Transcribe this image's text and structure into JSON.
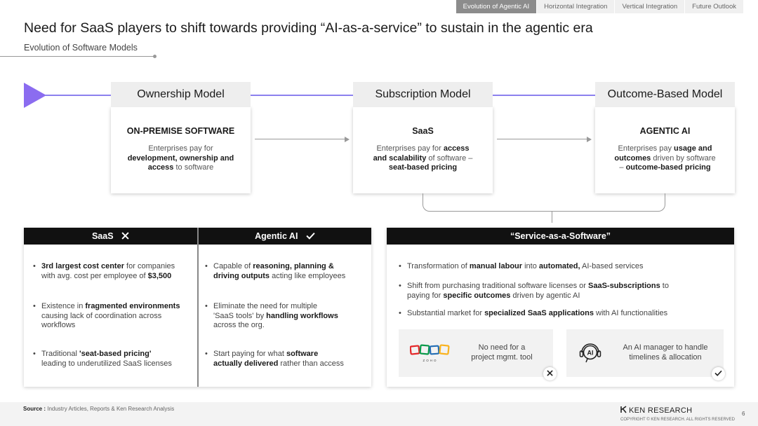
{
  "tabs": [
    "Evolution of Agentic AI",
    "Horizontal Integration",
    "Vertical Integration",
    "Future Outlook"
  ],
  "title": "Need for SaaS players to shift towards providing “AI-as-a-service” to sustain in the agentic era",
  "subtitle": "Evolution of Software Models",
  "models": [
    {
      "head": "Ownership Model",
      "card_title": "ON-PREMISE SOFTWARE",
      "d1": "Enterprises pay for",
      "d2": "development, ownership and",
      "d3": "access",
      "d4": " to software"
    },
    {
      "head": "Subscription Model",
      "card_title": "SaaS",
      "d1": "Enterprises pay for ",
      "d2": "access",
      "d3": "and scalability",
      "d4": " of software –",
      "d5": "seat-based pricing"
    },
    {
      "head": "Outcome-Based Model",
      "card_title": "AGENTIC AI",
      "d1": "Enterprises pay ",
      "d2": "usage and",
      "d3": "outcomes",
      "d4": " driven by software",
      "d5": "– ",
      "d6": "outcome-based pricing"
    }
  ],
  "saas_panel": {
    "head": "SaaS",
    "bullets": [
      {
        "b": "3rd largest cost center",
        "t1": " for companies",
        "t2": "with avg. cost per employee of ",
        "b2": "$3,500"
      },
      {
        "t0": "Existence in ",
        "b": "fragmented environments",
        "t1": "causing lack of coordination across",
        "t2": "workflows"
      },
      {
        "t0": "Traditional ",
        "b": "'seat-based pricing'",
        "t1": "leading to underutilized SaaS licenses"
      }
    ]
  },
  "agentic_panel": {
    "head": "Agentic AI",
    "bullets": [
      {
        "t0": "Capable of ",
        "b": "reasoning, planning &",
        "b2": "driving outputs",
        "t1": " acting like employees"
      },
      {
        "t0": "Eliminate the need for multiple",
        "t1": "'SaaS tools' by ",
        "b": "handling workflows",
        "t2": "across the org."
      },
      {
        "t0": "Start paying for what ",
        "b": "software",
        "b2": "actually delivered",
        "t1": " rather than access"
      }
    ]
  },
  "service_panel": {
    "head": "“Service-as-a-Software”",
    "bullets": [
      {
        "t0": "Transformation of ",
        "b": "manual labour",
        "t1": " into ",
        "b2": "automated,",
        "t2": " AI-based services"
      },
      {
        "t0": "Shift from purchasing traditional software licenses or ",
        "b": "SaaS-subscriptions",
        "t1": " to",
        "t2": "paying for ",
        "b2": "specific outcomes",
        "t3": " driven by agentic AI"
      },
      {
        "t0": "Substantial market for ",
        "b": "specialized SaaS applications",
        "t1": " with AI functionalities"
      }
    ],
    "box1": {
      "l1": "No need for a",
      "l2": "project mgmt. tool",
      "logo_text": "ZOHO"
    },
    "box2": {
      "l1": "An AI manager to handle",
      "l2": "timelines & allocation",
      "icon_text": "AI"
    }
  },
  "footer": {
    "source_label": "Source :",
    "source_text": " Industry Articles, Reports & Ken Research Analysis",
    "brand": "KEN RESEARCH",
    "copyright": "COPYRIGHT © KEN RESEARCH. ALL RIGHTS RESERVED",
    "page": "6"
  },
  "colors": {
    "accent": "#8b6cf0",
    "timeline": "#8b80ee",
    "panel_head": "#111111"
  }
}
